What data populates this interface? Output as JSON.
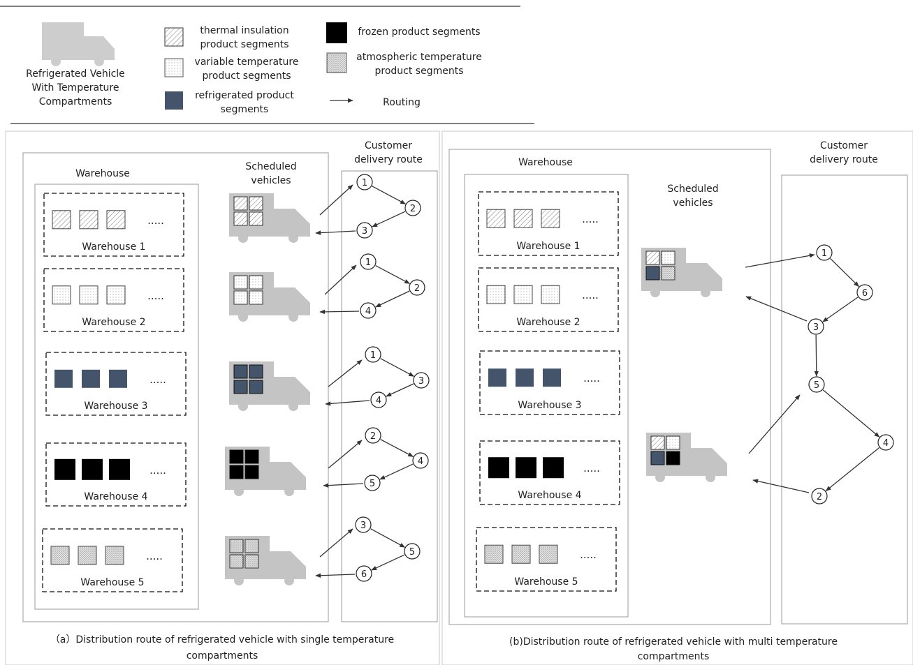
{
  "colors": {
    "truck": "#c4c4c4",
    "refrigerated": "#44546a",
    "frozen": "#000000",
    "line": "#333333",
    "panel_border": "#999999"
  },
  "legend": {
    "vehicle_label": [
      "Refrigerated Vehicle",
      "With Temperature",
      "Compartments"
    ],
    "thermal": [
      "thermal insulation",
      "product segments"
    ],
    "variable": [
      "variable temperature",
      "product segments"
    ],
    "refrigerated": [
      "refrigerated product",
      "segments"
    ],
    "frozen": [
      "frozen product segments"
    ],
    "atmospheric": [
      "atmospheric temperature",
      "product segments"
    ],
    "routing": [
      "Routing"
    ]
  },
  "panel_a": {
    "warehouse_title": "Warehouse",
    "vehicles_title": [
      "Scheduled",
      "vehicles"
    ],
    "customer_title": [
      "Customer",
      "delivery route"
    ],
    "caption": [
      "（a）Distribution route of refrigerated vehicle with single temperature",
      "compartments"
    ],
    "warehouses": [
      {
        "label": "Warehouse 1",
        "pattern": "thermal",
        "dots": "....."
      },
      {
        "label": "Warehouse 2",
        "pattern": "variable",
        "dots": "....."
      },
      {
        "label": "Warehouse 3",
        "pattern": "refrigerated",
        "dots": "....."
      },
      {
        "label": "Warehouse 4",
        "pattern": "frozen",
        "dots": "....."
      },
      {
        "label": "Warehouse 5",
        "pattern": "atmospheric",
        "dots": "....."
      }
    ],
    "vehicles": [
      {
        "compartments": [
          "thermal",
          "thermal",
          "thermal",
          "thermal"
        ]
      },
      {
        "compartments": [
          "variable",
          "variable",
          "variable",
          "variable"
        ]
      },
      {
        "compartments": [
          "refrigerated",
          "refrigerated",
          "refrigerated",
          "refrigerated"
        ]
      },
      {
        "compartments": [
          "frozen",
          "frozen",
          "frozen",
          "frozen"
        ]
      },
      {
        "compartments": [
          "atmospheric",
          "atmospheric",
          "atmospheric",
          "atmospheric"
        ]
      }
    ],
    "routes": [
      [
        "1",
        "2",
        "3"
      ],
      [
        "1",
        "2",
        "4"
      ],
      [
        "1",
        "3",
        "4"
      ],
      [
        "2",
        "4",
        "5"
      ],
      [
        "3",
        "5",
        "6"
      ]
    ]
  },
  "panel_b": {
    "warehouse_title": "Warehouse",
    "vehicles_title": [
      "Scheduled",
      "vehicles"
    ],
    "customer_title": [
      "Customer",
      "delivery route"
    ],
    "caption": [
      "(b)Distribution route of refrigerated vehicle with multi temperature",
      "compartments"
    ],
    "warehouses": [
      {
        "label": "Warehouse 1",
        "pattern": "thermal",
        "dots": "....."
      },
      {
        "label": "Warehouse 2",
        "pattern": "variable",
        "dots": "....."
      },
      {
        "label": "Warehouse 3",
        "pattern": "refrigerated",
        "dots": "....."
      },
      {
        "label": "Warehouse 4",
        "pattern": "frozen",
        "dots": "....."
      },
      {
        "label": "Warehouse 5",
        "pattern": "atmospheric",
        "dots": "....."
      }
    ],
    "vehicles": [
      {
        "compartments": [
          "thermal",
          "variable",
          "refrigerated",
          "atmospheric"
        ]
      },
      {
        "compartments": [
          "thermal",
          "variable",
          "refrigerated",
          "frozen"
        ]
      }
    ],
    "nodes": [
      "1",
      "6",
      "3",
      "5",
      "4",
      "2"
    ]
  }
}
